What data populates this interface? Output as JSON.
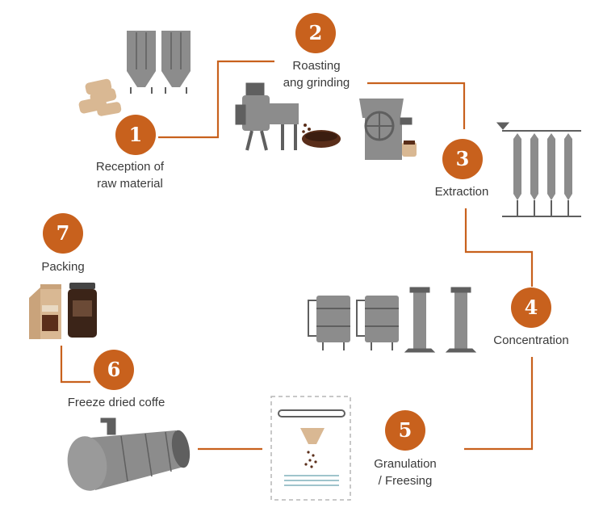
{
  "colors": {
    "accent": "#c8611d",
    "line": "#c8611d",
    "machine": "#8c8c8c",
    "machine_dark": "#5f5f5f",
    "coffee": "#5a2e1a",
    "sack": "#d9b893",
    "dashed": "#b5b5b5",
    "water": "#9fc4cc"
  },
  "steps": [
    {
      "number": "1",
      "label_lines": [
        "Reception of",
        "raw material"
      ]
    },
    {
      "number": "2",
      "label_lines": [
        "Roasting",
        "ang grinding"
      ]
    },
    {
      "number": "3",
      "label_lines": [
        "Extraction"
      ]
    },
    {
      "number": "4",
      "label_lines": [
        "Concentration"
      ]
    },
    {
      "number": "5",
      "label_lines": [
        "Granulation",
        "/ Freesing"
      ]
    },
    {
      "number": "6",
      "label_lines": [
        "Freeze dried coffe"
      ]
    },
    {
      "number": "7",
      "label_lines": [
        "Packing"
      ]
    }
  ],
  "icons": {
    "reception": "sacks-and-silos-icon",
    "roasting": "roaster-machine-icon",
    "grinding": "grinder-machine-icon",
    "extraction": "extraction-columns-icon",
    "concentration": "evaporator-tanks-icon",
    "granulation": "granulator-icon",
    "freeze_drying": "freeze-drying-tunnel-icon",
    "packing": "coffee-bag-and-jar-icon"
  }
}
